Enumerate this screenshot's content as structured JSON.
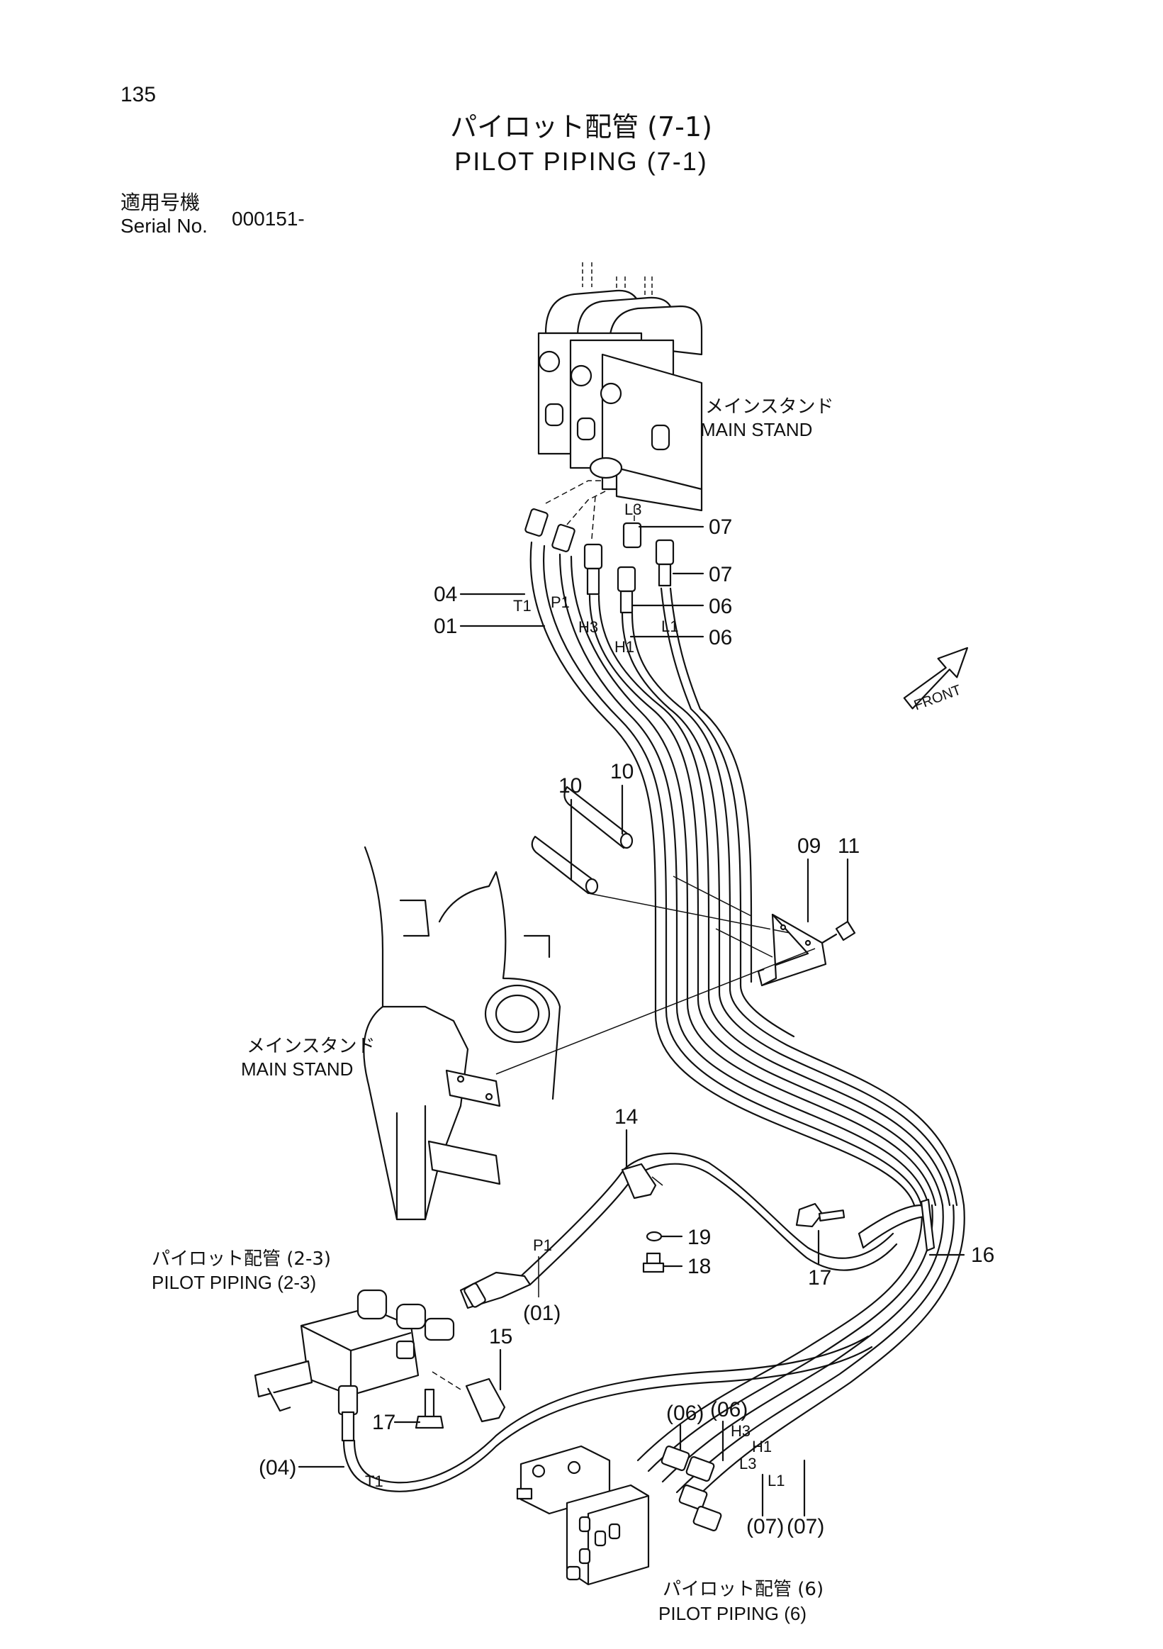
{
  "header": {
    "page_number": "135",
    "title_jp": "パイロット配管 (7-1)",
    "title_en": "PILOT PIPING (7-1)",
    "serial_label_jp": "適用号機",
    "serial_label_en": "Serial No.",
    "serial_value": "000151-"
  },
  "labels": {
    "main_stand_top_jp": "メインスタンド",
    "main_stand_top_en": "MAIN STAND",
    "main_stand_left_jp": "メインスタンド",
    "main_stand_left_en": "MAIN STAND",
    "pilot_23_jp": "パイロット配管 (2-3)",
    "pilot_23_en": "PILOT PIPING (2-3)",
    "pilot_6_jp": "パイロット配管 (6)",
    "pilot_6_en": "PILOT PIPING (6)",
    "front": "FRONT"
  },
  "ports": {
    "t1_top": "T1",
    "p1_top": "P1",
    "h3_top": "H3",
    "h1_top": "H1",
    "l3_top": "L3",
    "l1_top": "L1",
    "p1_mid": "P1",
    "t1_bottom": "T1",
    "h3_bottom": "H3",
    "h1_bottom": "H1",
    "l3_bottom": "L3",
    "l1_bottom": "L1"
  },
  "callouts": {
    "c07a": "07",
    "c07b": "07",
    "c06a": "06",
    "c06b": "06",
    "c04": "04",
    "c01": "01",
    "c10a": "10",
    "c10b": "10",
    "c09": "09",
    "c11": "11",
    "c14": "14",
    "c19": "19",
    "c18": "18",
    "c17a": "17",
    "c16": "16",
    "c01p": "(01)",
    "c15": "15",
    "c17b": "17",
    "c04p": "(04)",
    "c06p1": "(06)",
    "c06p2": "(06)",
    "c07p1": "(07)",
    "c07p2": "(07)"
  }
}
